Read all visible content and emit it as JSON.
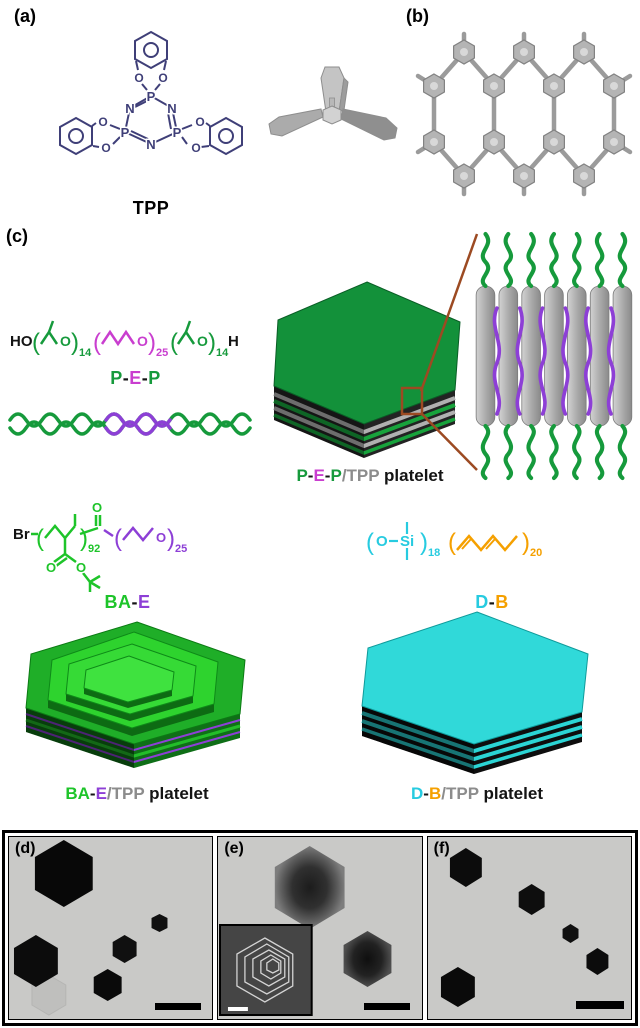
{
  "panel_labels": {
    "a": "(a)",
    "b": "(b)",
    "c": "(c)",
    "d": "(d)",
    "e": "(e)",
    "f": "(f)"
  },
  "tpp": {
    "name": "TPP",
    "atom_p": "P",
    "atom_n": "N",
    "atom_o": "O"
  },
  "pep": {
    "formula": {
      "ho": "HO",
      "o": "O",
      "h": "H",
      "sub_p1": "14",
      "sub_e": "25",
      "sub_p2": "14"
    },
    "name": [
      "P",
      "-",
      "E",
      "-",
      "P"
    ],
    "caption": [
      "P",
      "-",
      "E",
      "-",
      "P",
      "/TPP",
      " platelet"
    ]
  },
  "bae": {
    "formula": {
      "br": "Br",
      "o": "O",
      "sub_backbone": "92",
      "sub_e": "25"
    },
    "name": [
      "BA",
      "-",
      "E"
    ],
    "caption": [
      "BA",
      "-",
      "E",
      "/TPP",
      " platelet"
    ]
  },
  "db": {
    "formula": {
      "o": "O",
      "si": "Si",
      "sub_d": "18",
      "sub_b": "20"
    },
    "name": [
      "D",
      "-",
      "B"
    ],
    "caption": [
      "D",
      "-",
      "B",
      "/TPP",
      " platelet"
    ]
  },
  "colors": {
    "tpp_structure_blue": "#3f3f78",
    "model_gray": "#a8a8a8",
    "p_green": "#169a3c",
    "e_magenta": "#c93ecf",
    "ba_green": "#1ec42a",
    "e_purple": "#8d3fd6",
    "d_cyan": "#27cbe0",
    "b_orange": "#f5a000",
    "tpp_label_gray": "#8c8c8c",
    "pep_platelet_green": "#13913a",
    "bae_platelet_green": "#2ed32e",
    "db_platelet_cyan": "#30d9d9",
    "connector_brown": "#9c4a22",
    "tem_background": "#c9c9c7"
  }
}
